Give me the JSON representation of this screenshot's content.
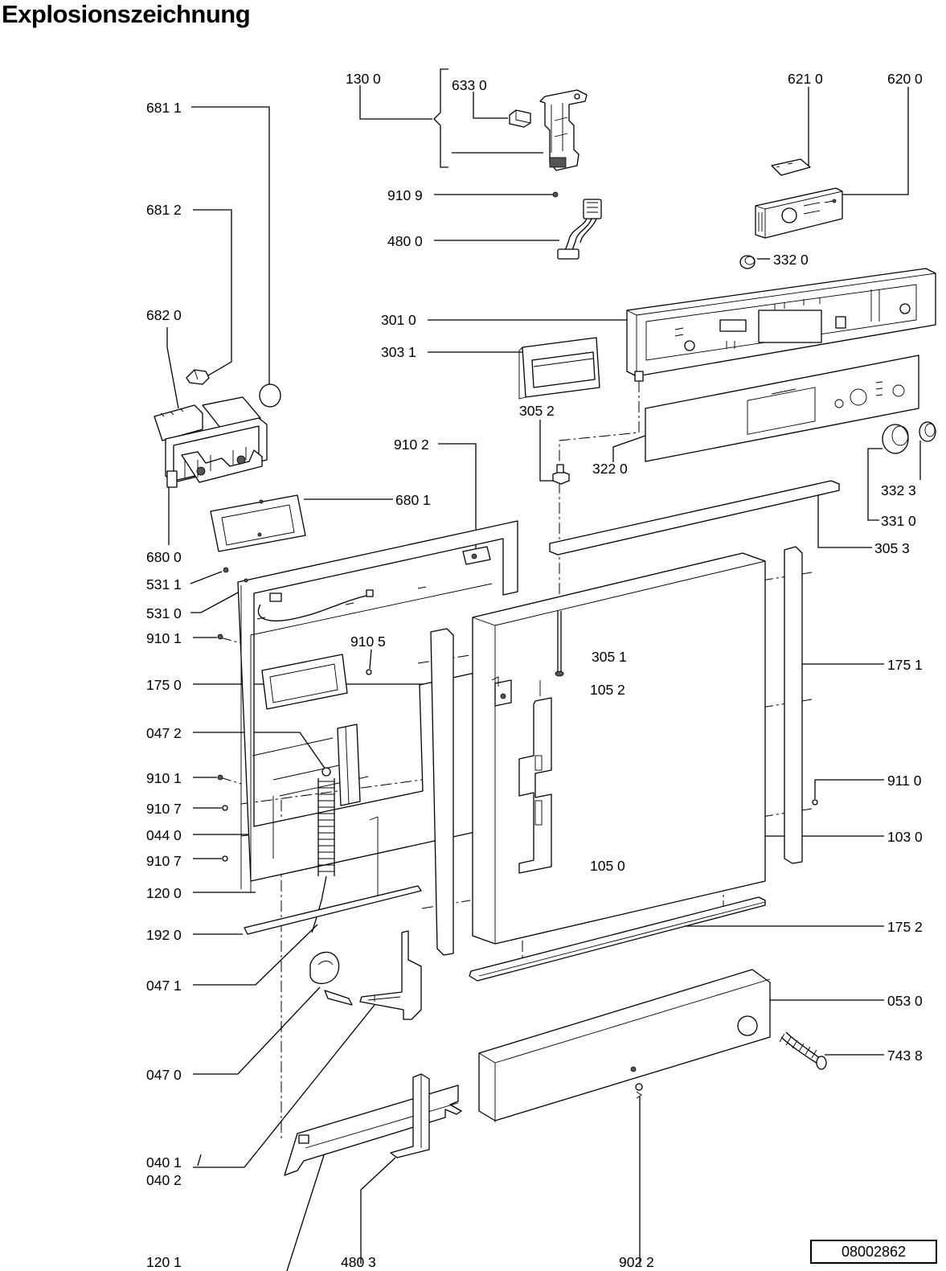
{
  "title": "Explosionszeichnung",
  "drawing_number": "08002862",
  "part_labels": {
    "p1300": "130 0",
    "p6330": "633 0",
    "p6210": "621 0",
    "p6200": "620 0",
    "p6811": "681 1",
    "p9109": "910 9",
    "p4800": "480 0",
    "p6812": "681 2",
    "p3320": "332 0",
    "p6820": "682 0",
    "p3010": "301 0",
    "p3031": "303 1",
    "p3052": "305 2",
    "p9102": "910 2",
    "p3220": "322 0",
    "p3323": "332 3",
    "p6801": "680 1",
    "p3310": "331 0",
    "p6800": "680 0",
    "p3053": "305 3",
    "p5311": "531 1",
    "p5310": "531 0",
    "p9101a": "910 1",
    "p9105": "910 5",
    "p3051": "305 1",
    "p1751": "175 1",
    "p1750": "175 0",
    "p1052": "105 2",
    "p0472": "047 2",
    "p9101b": "910 1",
    "p9110": "911 0",
    "p9107a": "910 7",
    "p0440": "044 0",
    "p1030": "103 0",
    "p9107b": "910 7",
    "p1050": "105 0",
    "p1200": "120 0",
    "p1920": "192 0",
    "p1752": "175 2",
    "p0471": "047 1",
    "p0530": "053 0",
    "p7438": "743 8",
    "p0470": "047 0",
    "p0401": "040 1",
    "p0402": "040 2",
    "p1201": "120 1",
    "p4803": "480 3",
    "p9022": "902 2"
  }
}
